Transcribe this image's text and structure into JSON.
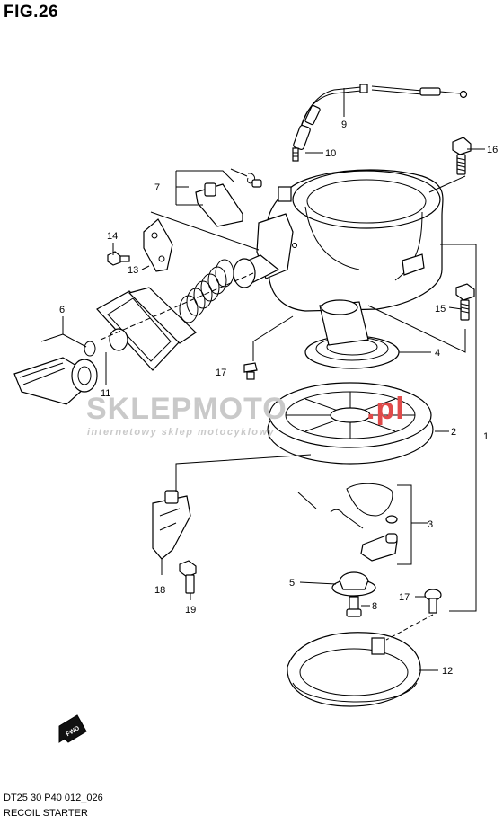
{
  "header": {
    "figure": "FIG.26"
  },
  "footer": {
    "code": "DT25 30 P40 012_026",
    "name": "RECOIL STARTER"
  },
  "watermark": {
    "brand": "SKLEPMOTO",
    "brand_suffix": ".pl",
    "tagline": "internetowy sklep motocyklowy"
  },
  "badge": {
    "fwd": "FWD"
  },
  "colors": {
    "watermark_grey": "#c9c9c9",
    "watermark_red": "#e04a4a",
    "ink": "#000000"
  },
  "callouts": [
    {
      "id": "1",
      "label": "1"
    },
    {
      "id": "2",
      "label": "2"
    },
    {
      "id": "3",
      "label": "3"
    },
    {
      "id": "4",
      "label": "4"
    },
    {
      "id": "5",
      "label": "5"
    },
    {
      "id": "6",
      "label": "6"
    },
    {
      "id": "7",
      "label": "7"
    },
    {
      "id": "8",
      "label": "8"
    },
    {
      "id": "9",
      "label": "9"
    },
    {
      "id": "10",
      "label": "10"
    },
    {
      "id": "11",
      "label": "11"
    },
    {
      "id": "12",
      "label": "12"
    },
    {
      "id": "13",
      "label": "13"
    },
    {
      "id": "14",
      "label": "14"
    },
    {
      "id": "15",
      "label": "15"
    },
    {
      "id": "16",
      "label": "16"
    },
    {
      "id": "17a",
      "label": "17"
    },
    {
      "id": "17b",
      "label": "17"
    },
    {
      "id": "18",
      "label": "18"
    },
    {
      "id": "19",
      "label": "19"
    }
  ]
}
